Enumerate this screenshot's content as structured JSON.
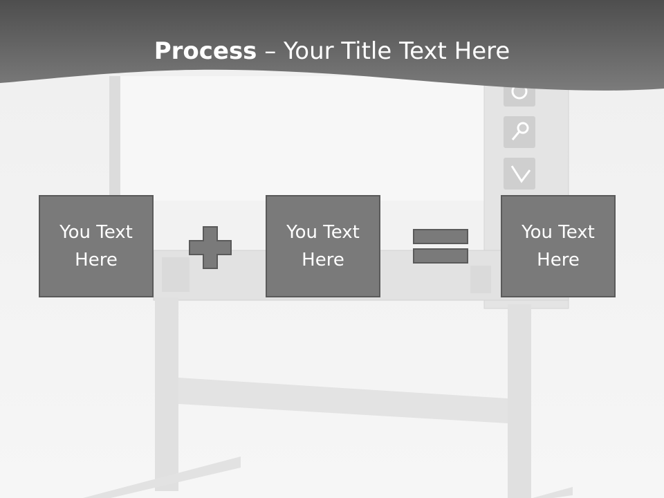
{
  "slide": {
    "title_bold": "Process",
    "title_rest": " – Your Title Text Here"
  },
  "boxes": [
    {
      "text": "You Text Here"
    },
    {
      "text": "You Text Here"
    },
    {
      "text": "You Text Here"
    }
  ],
  "operators": {
    "first_icon": "plus-icon",
    "second_icon": "equals-icon"
  },
  "toolbar_icons": [
    "circle-icon",
    "magnifier-icon",
    "pen-icon"
  ],
  "colors": {
    "header": "#5a5a5a",
    "box_fill": "#7a7a7a",
    "box_border": "#5a5a5a",
    "text": "#ffffff",
    "background": "#f3f3f3"
  }
}
